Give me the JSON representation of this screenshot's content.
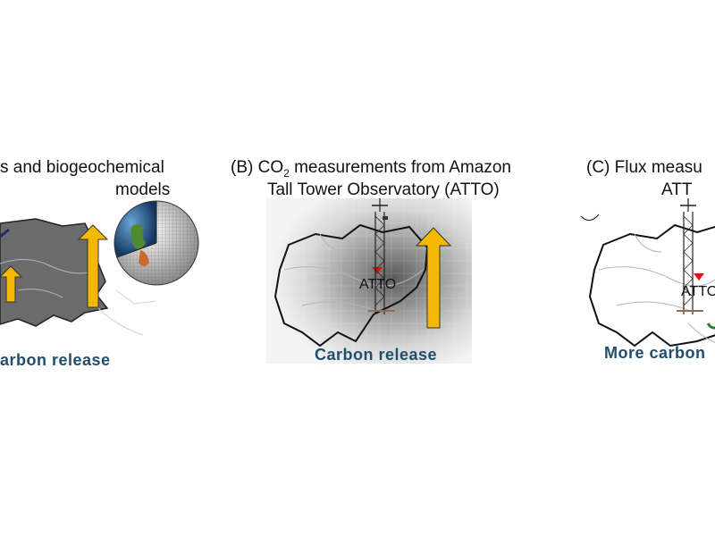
{
  "panels": [
    {
      "id": "A",
      "heading_line1": "s and biogeochemical",
      "heading_line2": "models",
      "caption": "arbon release"
    },
    {
      "id": "B",
      "heading_line1_pre": "(B) CO",
      "heading_line1_sub": "2",
      "heading_line1_post": " measurements from Amazon",
      "heading_line2": "Tall Tower Observatory (ATTO)",
      "tower_label": "ATTO",
      "caption": "Carbon  release"
    },
    {
      "id": "C",
      "heading_line1": "(C) Flux measu",
      "heading_line2": "ATT",
      "tower_label": "ATTO",
      "caption": "More carbon"
    }
  ],
  "colors": {
    "arrow_fill": "#f5b800",
    "arrow_stroke": "#333333",
    "caption": "#1f4e6e",
    "basin_dark": "#6b6b6b",
    "marker_red": "#e01010",
    "marker_green": "#2e7d32"
  },
  "icons": [
    "globe-icon",
    "tower-icon",
    "upward-arrow-icon",
    "site-marker-icon"
  ]
}
